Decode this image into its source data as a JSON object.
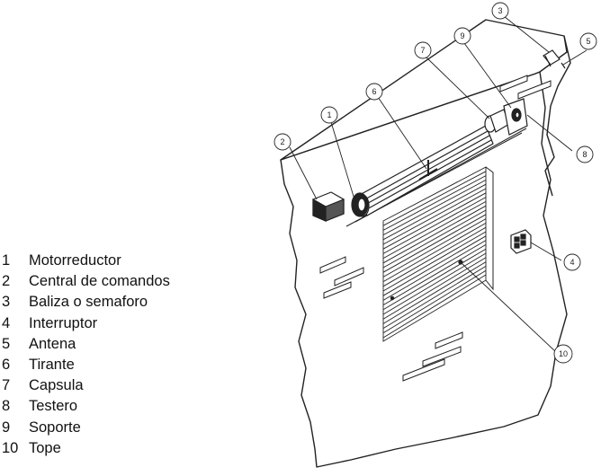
{
  "legend": {
    "items": [
      {
        "num": "1",
        "label": "Motorreductor"
      },
      {
        "num": "2",
        "label": "Central de comandos"
      },
      {
        "num": "3",
        "label": "Baliza o semaforo"
      },
      {
        "num": "4",
        "label": "Interruptor"
      },
      {
        "num": "5",
        "label": "Antena"
      },
      {
        "num": "6",
        "label": "Tirante"
      },
      {
        "num": "7",
        "label": "Capsula"
      },
      {
        "num": "8",
        "label": "Testero"
      },
      {
        "num": "9",
        "label": "Soporte"
      },
      {
        "num": "10",
        "label": "Tope"
      }
    ]
  },
  "callouts": {
    "c1": "1",
    "c2": "2",
    "c3": "3",
    "c4": "4",
    "c5": "5",
    "c6": "6",
    "c7": "7",
    "c8": "8",
    "c9": "9",
    "c10": "10"
  },
  "colors": {
    "line": "#222222",
    "fill": "#ffffff",
    "shade": "#9a9a9a"
  }
}
